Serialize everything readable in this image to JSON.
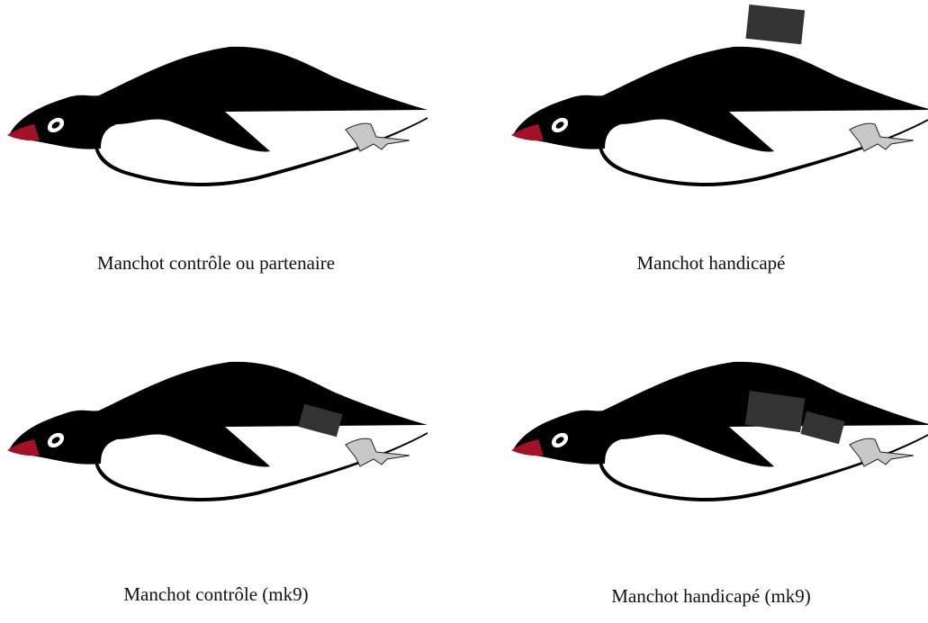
{
  "panels": [
    {
      "caption": "Manchot contrôle ou partenaire",
      "device": "none"
    },
    {
      "caption": "Manchot handicapé",
      "device": "large-logger"
    },
    {
      "caption": "Manchot contrôle (mk9)",
      "device": "mk9-only"
    },
    {
      "caption": "Manchot handicapé (mk9)",
      "device": "large-logger-and-mk9"
    }
  ],
  "colors": {
    "body": "#000000",
    "belly": "#ffffff",
    "beak": "#a3102a",
    "foot": "#c8c8c8",
    "device": "#333333"
  }
}
